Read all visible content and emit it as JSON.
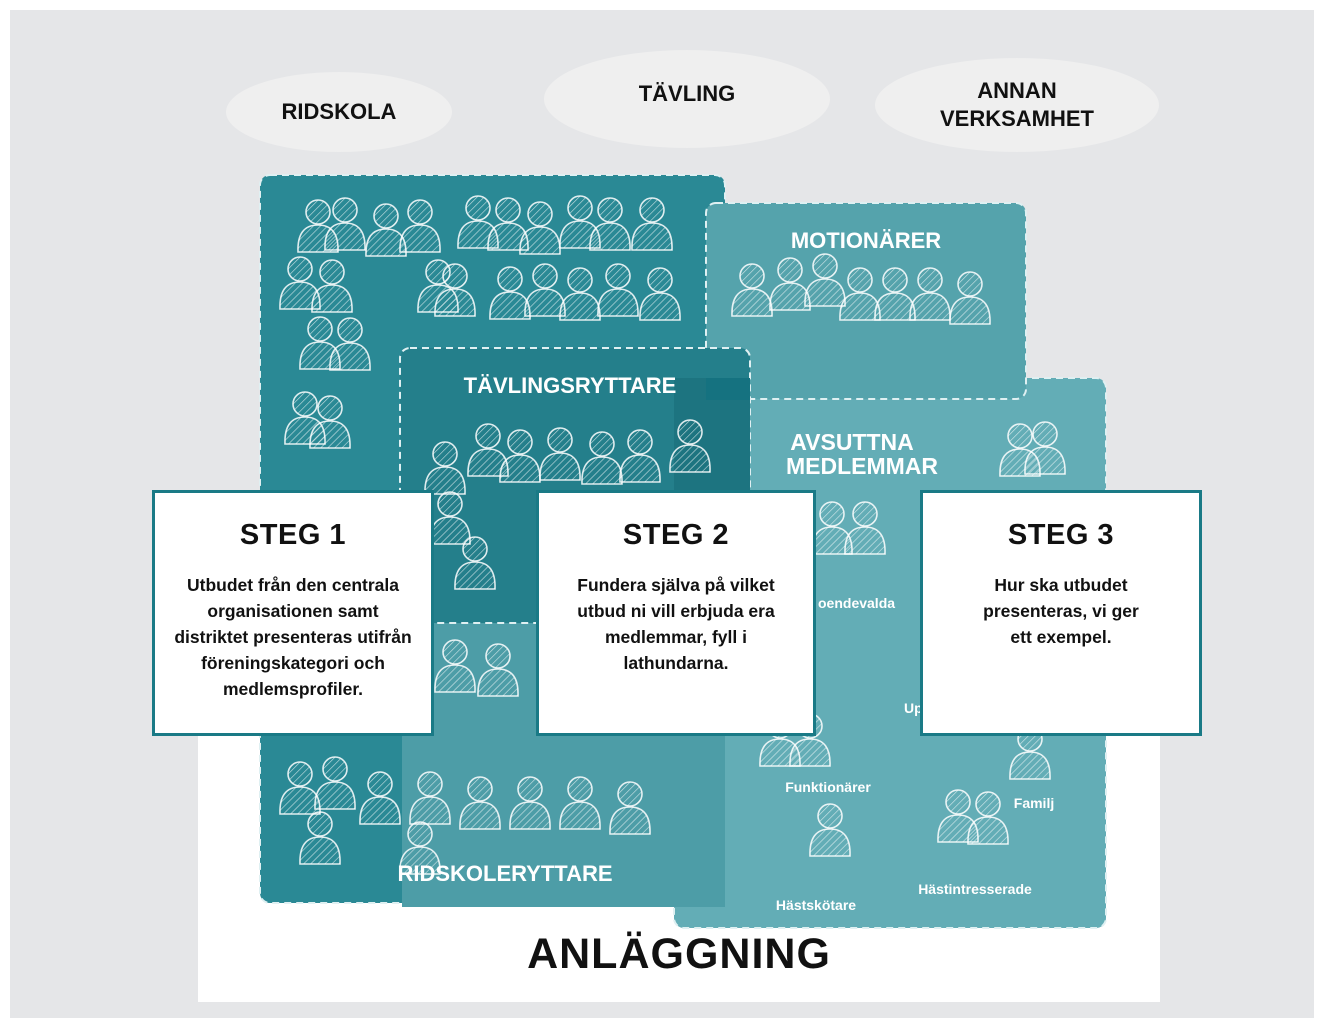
{
  "activities": {
    "ridskola": "RIDSKOLA",
    "tavling": "TÄVLING",
    "annan_line1": "ANNAN",
    "annan_line2": "VERKSAMHET"
  },
  "groups": {
    "motionarer": "MOTIONÄRER",
    "tavlingsryttare": "TÄVLINGSRYTTARE",
    "avsuttna_line1": "AVSUTTNA",
    "avsuttna_line2": "MEDLEMMAR",
    "ridskoleryttare": "RIDSKOLERYTTARE"
  },
  "subgroups": {
    "funktionarer": "Funktionärer",
    "familj": "Familj",
    "hastskotare": "Hästskötare",
    "hastintresserade": "Hästintresserade",
    "fortroendevalda_partial": "oendevalda",
    "up_partial": "Up"
  },
  "steps": [
    {
      "title": "STEG 1",
      "text": "Utbudet från den centrala organisationen samt distriktet presenteras utifrån föreningskategori och medlemsprofiler."
    },
    {
      "title": "STEG 2",
      "text": "Fundera själva på vilket utbud ni vill erbjuda era medlemmar, fyll i lathundarna."
    },
    {
      "title": "STEG 3",
      "text": "Hur ska utbudet presenteras, vi ger ett exempel."
    }
  ],
  "ground": "ANLÄGGNING",
  "colors": {
    "teal_dark": "#2a8995",
    "teal_mid": "#55a3ac",
    "teal_light": "#63adb6",
    "border": "#1a7a86",
    "background": "#e5e6e8"
  }
}
